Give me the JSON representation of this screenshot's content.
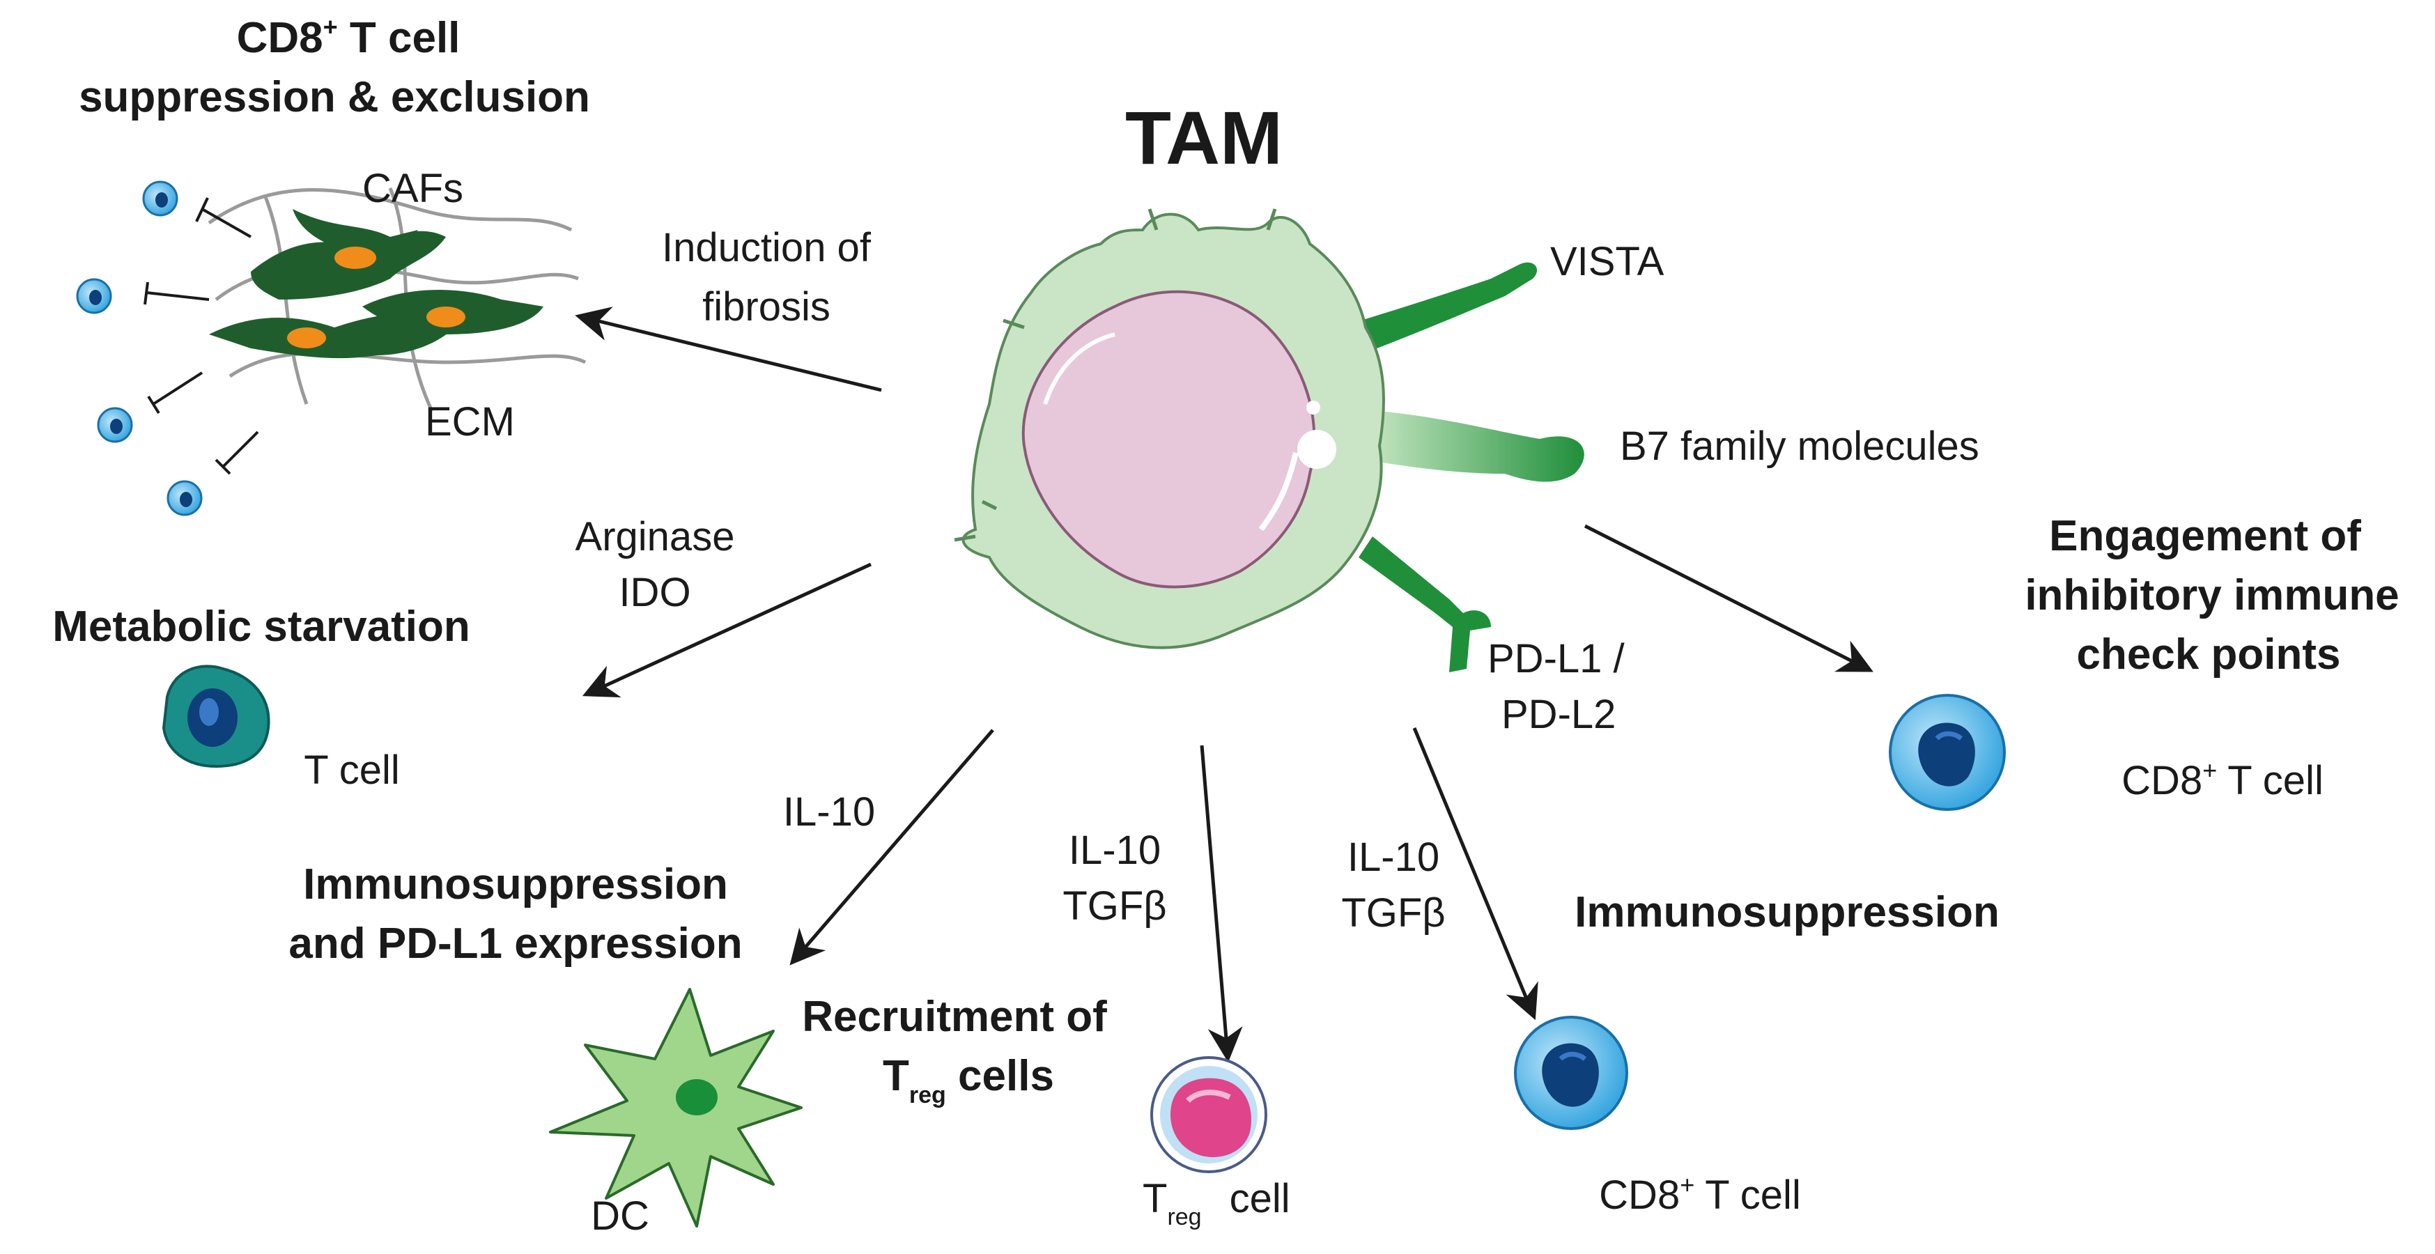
{
  "colors": {
    "tam_body": "#c9e5c6",
    "tam_nucleus": "#e7c7da",
    "receptor_green": "#1f8f3a",
    "caf_green": "#1f5e2c",
    "caf_nucleus": "#f08c1a",
    "t_cell_teal": "#1a8f8a",
    "cd8_blue": "#3aa8e0",
    "treg_pink": "#e0448a",
    "dc_green": "#9fd68c"
  },
  "center": {
    "title": "TAM"
  },
  "receptors": {
    "vista": "VISTA",
    "b7": "B7 family molecules",
    "pdl1_line1": "PD-L1 /",
    "pdl1_line2": "PD-L2"
  },
  "fibrosis": {
    "heading_line1_pre": "CD8",
    "heading_line1_sup": "+",
    "heading_line1_post": " T cell",
    "heading_line2": "suppression & exclusion",
    "arrow_label_line1": "Induction of",
    "arrow_label_line2": "fibrosis",
    "cafs": "CAFs",
    "ecm": "ECM"
  },
  "metabolic": {
    "heading": "Metabolic starvation",
    "arrow_label_line1": "Arginase",
    "arrow_label_line2": "IDO",
    "cell_label": "T cell"
  },
  "dc_branch": {
    "arrow_label": "IL-10",
    "heading_line1": "Immunosuppression",
    "heading_line2": "and PD-L1 expression",
    "cell_label": "DC"
  },
  "treg_branch": {
    "arrow_label_line1": "IL-10",
    "arrow_label_line2": "TGFβ",
    "heading_line1": "Recruitment of",
    "heading_line2_main": "T",
    "heading_line2_sub": "reg",
    "heading_line2_post": " cells",
    "cell_main": "T",
    "cell_sub": "reg",
    "cell_post": "cell"
  },
  "cd8_branch": {
    "arrow_label_line1": "IL-10",
    "arrow_label_line2": "TGFβ",
    "heading": "Immunosuppression",
    "cell_pre": "CD8",
    "cell_sup": "+",
    "cell_post": " T cell"
  },
  "checkpoint_branch": {
    "heading_line1": "Engagement of",
    "heading_line2": "inhibitory immune",
    "heading_line3": "check points",
    "cell_pre": "CD8",
    "cell_sup": "+",
    "cell_post": " T cell"
  }
}
